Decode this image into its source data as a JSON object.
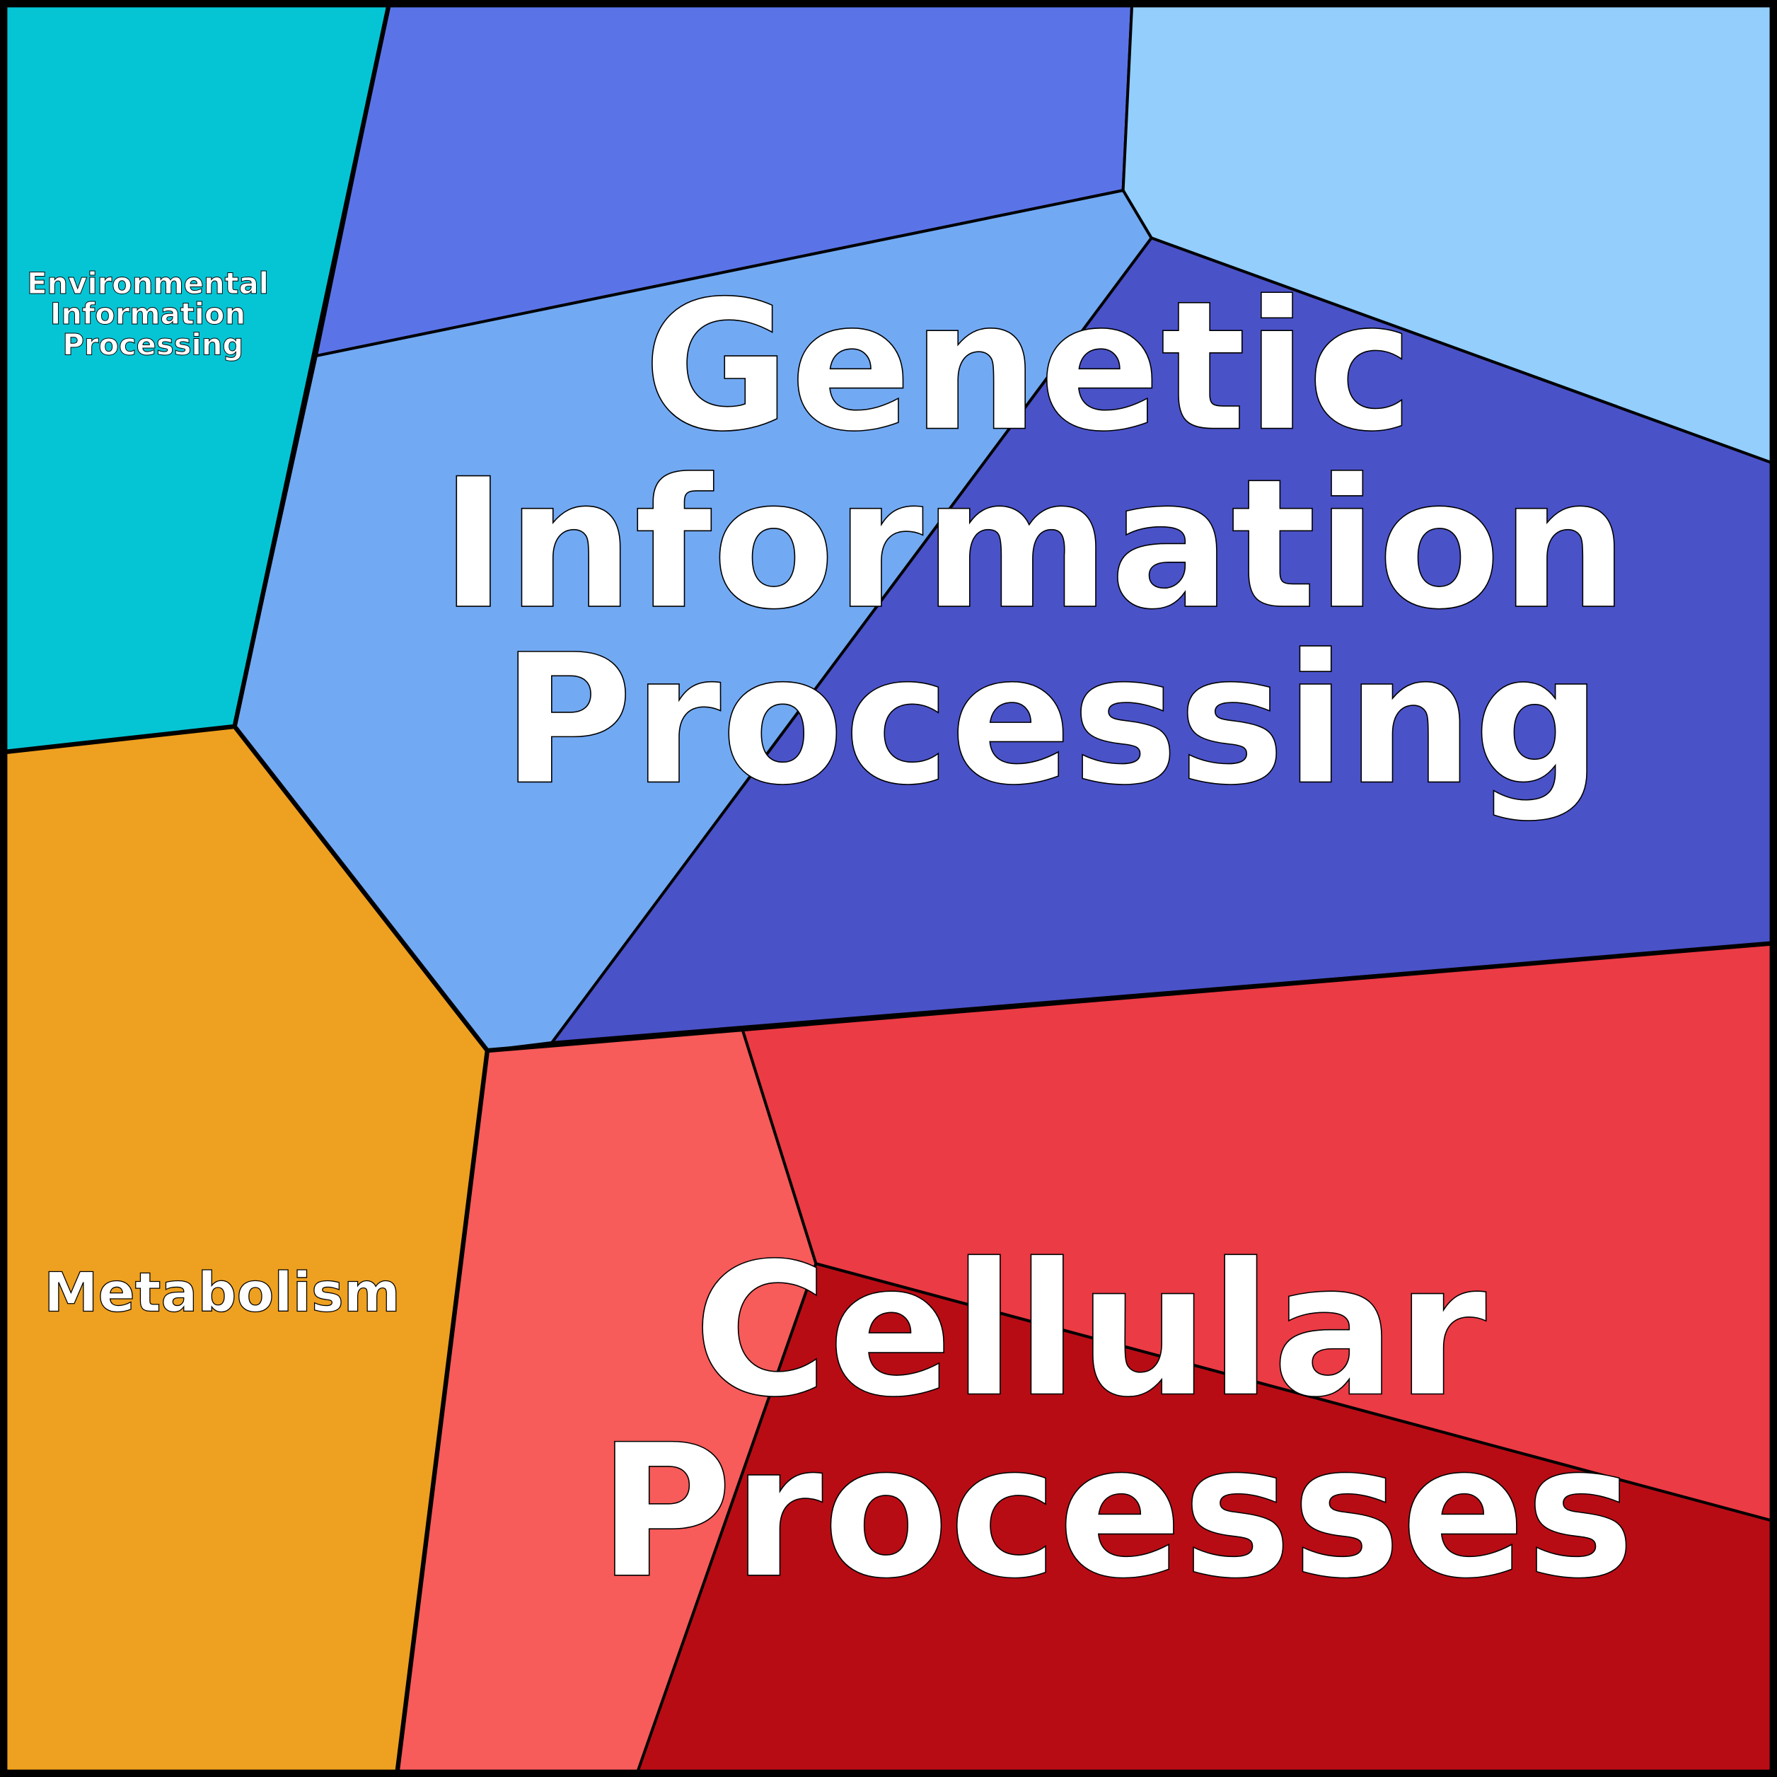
{
  "title": "Voronoi treemap of functional categories",
  "colors": {
    "environmental": "#05C5D5",
    "genetic_a": "#5A74E8",
    "genetic_b": "#93CEFD",
    "genetic_c": "#72A9F3",
    "genetic_d": "#4A52C8",
    "metabolism": "#EEA020",
    "cellular_a": "#F75B5A",
    "cellular_b": "#EB3B45",
    "cellular_c": "#B80C15"
  },
  "labels": {
    "environmental": [
      "Environmental",
      "Information",
      "Processing"
    ],
    "genetic": [
      "Genetic",
      "Information",
      "Processing"
    ],
    "metabolism": "Metabolism",
    "cellular": [
      "Cellular",
      "Processes"
    ]
  }
}
